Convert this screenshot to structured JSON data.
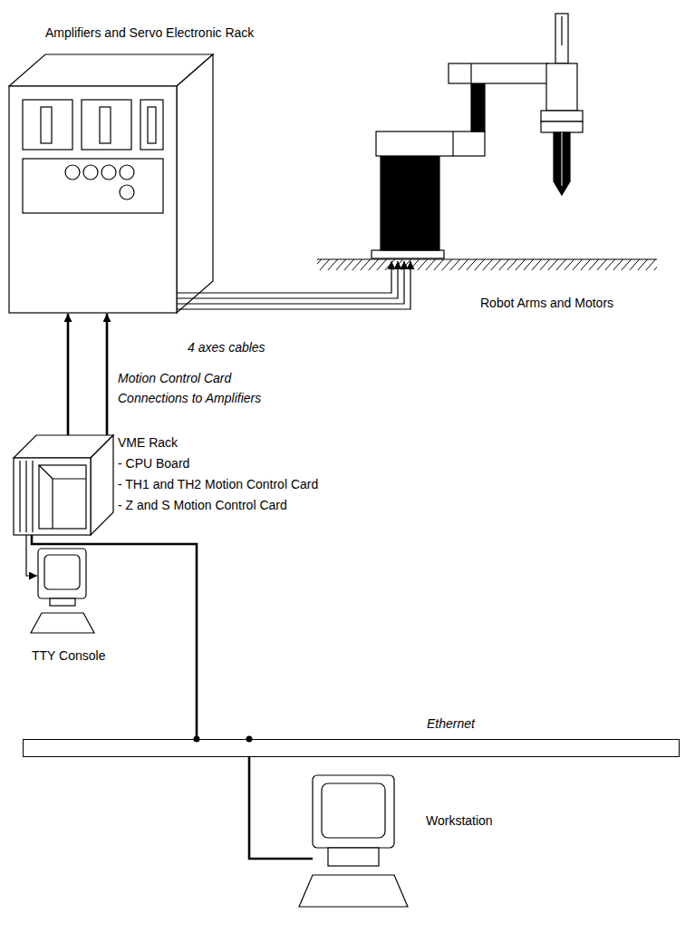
{
  "diagram": {
    "nodes": [
      {
        "text": [
          "Amplifiers and Servo Electronic Rack"
        ]
      },
      {
        "text": [
          "Robot Arms and Motors"
        ]
      },
      {
        "text": [
          "VME Rack",
          "- CPU Board",
          "- TH1 and TH2 Motion Control Card",
          "- Z and S Motion Control Card"
        ]
      },
      {
        "text": [
          "TTY Console"
        ]
      },
      {
        "text": [
          "Ethernet"
        ]
      },
      {
        "text": [
          "Workstation"
        ]
      }
    ],
    "edges": [
      {
        "from": 0,
        "to": 1,
        "arrow": "to"
      },
      {
        "from": 0,
        "to": 1,
        "arrow": "to"
      },
      {
        "from": 0,
        "to": 1,
        "arrow": "to"
      },
      {
        "from": 0,
        "to": 1,
        "label": "4 axes cables",
        "arrow": "to"
      },
      {
        "from": 2,
        "to": 0,
        "label": "Motion Control Card Connections to Amplifiers",
        "arrow": "to"
      },
      {
        "from": 2,
        "to": 0,
        "arrow": "to"
      },
      {
        "from": 2,
        "to": 3,
        "arrow": "to"
      },
      {
        "from": 2,
        "to": 4,
        "arrow": "none"
      },
      {
        "from": 4,
        "to": 5,
        "arrow": "none"
      }
    ]
  }
}
